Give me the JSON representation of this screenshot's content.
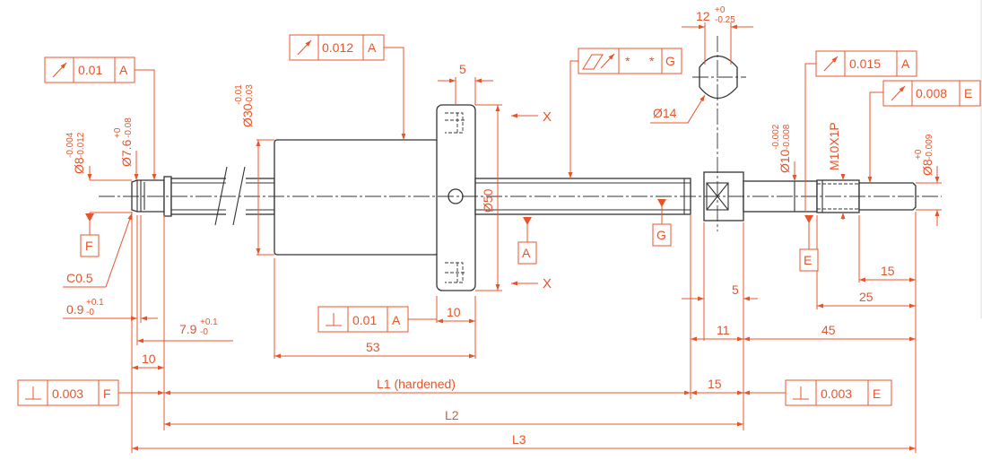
{
  "colors": {
    "dimension": "#e8542a",
    "outline": "#333333",
    "background": "#ffffff"
  },
  "icons": {
    "runout": "runout-icon",
    "total_runout": "total-runout-icon",
    "perpendicularity": "perpendicularity-icon",
    "datum": "datum-triangle-icon",
    "section": "section-view-icon"
  },
  "fcf": {
    "runout_a_left": {
      "value": "0.01",
      "datum": "A"
    },
    "runout_a_nut": {
      "value": "0.012",
      "datum": "A"
    },
    "total_runout_g": {
      "value1": "*",
      "value2": "*",
      "datum": "G"
    },
    "runout_a_right": {
      "value": "0.015",
      "datum": "A"
    },
    "runout_e": {
      "value": "0.008",
      "datum": "E"
    },
    "perp_a_flange": {
      "value": "0.01",
      "datum": "A"
    },
    "perp_f": {
      "value": "0.003",
      "datum": "F"
    },
    "perp_e": {
      "value": "0.003",
      "datum": "E"
    }
  },
  "datums": {
    "f": "F",
    "a": "A",
    "g": "G",
    "e": "E"
  },
  "section_marks": {
    "top": "X",
    "bottom": "X"
  },
  "dims": {
    "d8_left": "Ø8",
    "d8_left_tol_up": "-0.004",
    "d8_left_tol_lo": "-0.012",
    "d76": "Ø7.6",
    "d76_tol_up": "+0",
    "d76_tol_lo": "-0.08",
    "d30": "Ø30",
    "d30_tol_up": "-0.01",
    "d30_tol_lo": "-0.03",
    "d50": "Ø50",
    "d14": "Ø14",
    "d10": "Ø10",
    "d10_tol_up": "-0.002",
    "d10_tol_lo": "-0.008",
    "thread": "M10X1P",
    "d8_right": "Ø8",
    "d8_right_tol_up": "+0",
    "d8_right_tol_lo": "-0.009",
    "w12": "12",
    "w12_tol_up": "+0",
    "w12_tol_lo": "-0.25",
    "dim5_top": "5",
    "c05": "C0.5",
    "g09": "0.9",
    "g09_tol_up": "+0.1",
    "g09_tol_lo": "-0",
    "l79": "7.9",
    "l79_tol_up": "+0.1",
    "l79_tol_lo": "-0",
    "l10_left": "10",
    "l10_flange": "10",
    "l53": "53",
    "l1": "L1 (hardened)",
    "l15_mid": "15",
    "l2": "L2",
    "l3": "L3",
    "l5_right": "5",
    "l11": "11",
    "l45": "45",
    "l15_right": "15",
    "l25": "25"
  }
}
